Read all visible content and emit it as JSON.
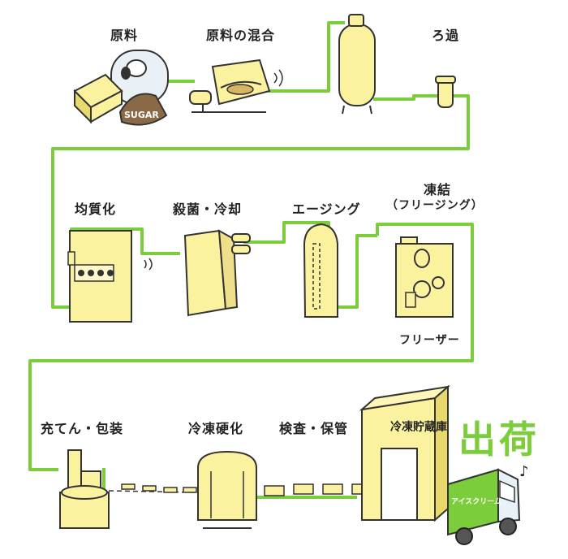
{
  "steps": {
    "raw_material": "原料",
    "mixing": "原料の混合",
    "filtration": "ろ過",
    "homogenize": "均質化",
    "sterilize_cool": "殺菌・冷却",
    "aging": "エージング",
    "freezing": "凍結",
    "freezing_sub": "（フリージング）",
    "freezer": "フリーザー",
    "fill_pack": "充てん・包装",
    "hardening": "冷凍硬化",
    "inspect_store": "検査・保管",
    "shipping": "出荷"
  },
  "labels": {
    "sugar_bag": "SUGAR",
    "cold_storage": "冷凍貯蔵庫",
    "truck_text": "アイスクリーム",
    "music_note": "♪"
  },
  "colors": {
    "line": "#7ccd3c",
    "machine": "#fbf2a0",
    "outline": "#333333",
    "truck": "#7ccd3c"
  }
}
